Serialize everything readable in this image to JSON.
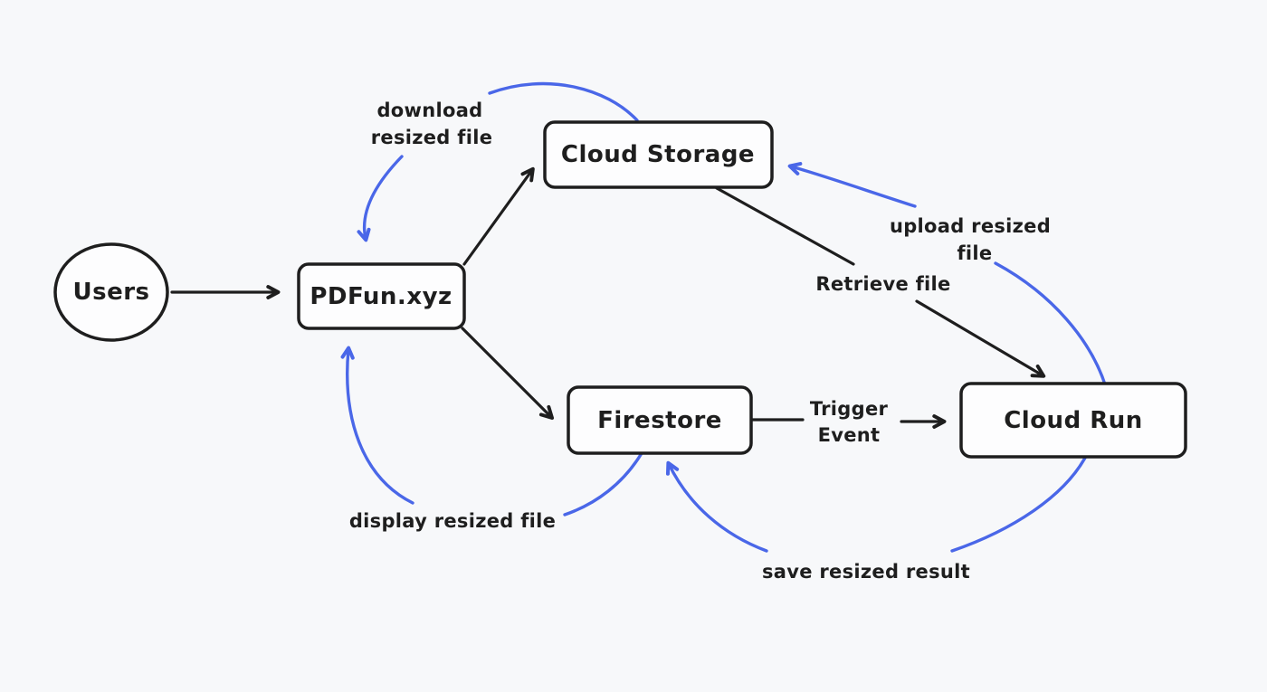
{
  "colors": {
    "background": "#f7f8fa",
    "ink": "#1e1e1e",
    "accent_blue": "#4a67e8",
    "node_fill": "#fdfdfe"
  },
  "nodes": {
    "users": {
      "label": "Users",
      "shape": "ellipse"
    },
    "pdfun": {
      "label": "PDFun.xyz",
      "shape": "rectangle"
    },
    "cloud_storage": {
      "label": "Cloud Storage",
      "shape": "rectangle"
    },
    "firestore": {
      "label": "Firestore",
      "shape": "rectangle"
    },
    "cloud_run": {
      "label": "Cloud Run",
      "shape": "rectangle"
    }
  },
  "annotations": {
    "download": {
      "line1": "download",
      "line2": "resized file"
    },
    "upload": {
      "line1": "upload resized",
      "line2": "file"
    },
    "retrieve": "Retrieve file",
    "trigger": {
      "line1": "Trigger",
      "line2": "Event"
    },
    "display": "display resized file",
    "save": "save resized result"
  },
  "edges": [
    {
      "id": "users-to-pdfun",
      "from": "Users",
      "to": "PDFun.xyz",
      "style": "black-straight",
      "label": ""
    },
    {
      "id": "pdfun-to-cloud-storage",
      "from": "PDFun.xyz",
      "to": "Cloud Storage",
      "style": "black-straight",
      "label": ""
    },
    {
      "id": "pdfun-to-firestore",
      "from": "PDFun.xyz",
      "to": "Firestore",
      "style": "black-straight",
      "label": ""
    },
    {
      "id": "retrieve-file",
      "from": "Cloud Storage",
      "to": "Cloud Run",
      "style": "black-straight",
      "label": "Retrieve file"
    },
    {
      "id": "trigger-event",
      "from": "Firestore",
      "to": "Cloud Run",
      "style": "black-straight",
      "label": "Trigger Event"
    },
    {
      "id": "download-resized-file",
      "from": "Cloud Storage",
      "to": "PDFun.xyz",
      "style": "blue-curved",
      "label": "download resized file"
    },
    {
      "id": "upload-resized-file",
      "from": "Cloud Run",
      "to": "Cloud Storage",
      "style": "blue-curved",
      "label": "upload resized file"
    },
    {
      "id": "display-resized-file",
      "from": "Firestore",
      "to": "PDFun.xyz",
      "style": "blue-curved",
      "label": "display resized file"
    },
    {
      "id": "save-resized-result",
      "from": "Cloud Run",
      "to": "Firestore",
      "style": "blue-curved",
      "label": "save resized result"
    }
  ]
}
